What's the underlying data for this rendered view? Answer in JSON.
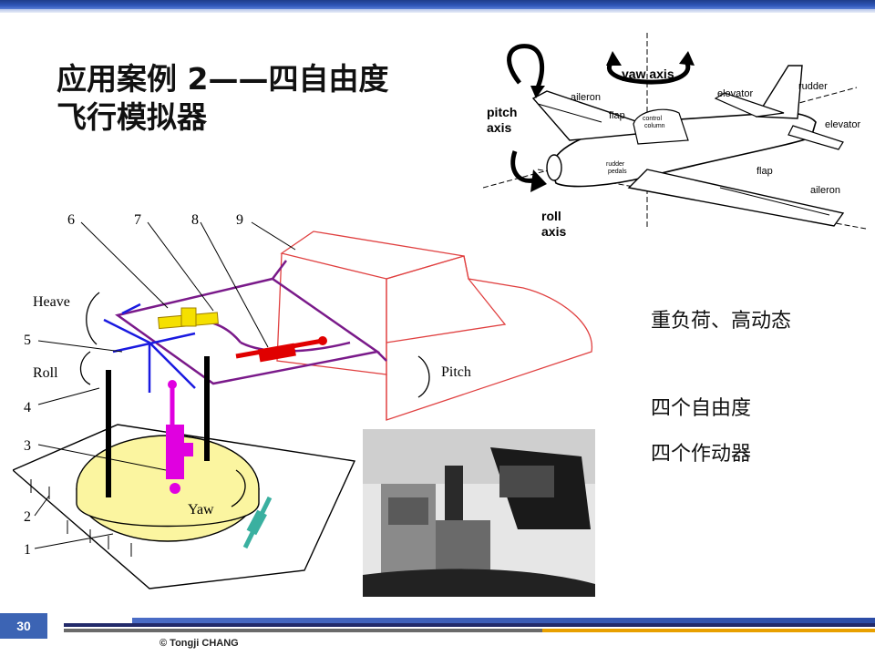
{
  "slide": {
    "title_line1": "应用案例 2——四自由度",
    "title_line2": "飞行模拟器",
    "bullets": [
      "重负荷、高动态",
      "四个自由度",
      "四个作动器"
    ],
    "page_number": "30",
    "copyright": "© Tongji  CHANG"
  },
  "simulator_diagram": {
    "labels": {
      "n1": "1",
      "n2": "2",
      "n3": "3",
      "n4": "4",
      "n5": "5",
      "n6": "6",
      "n7": "7",
      "n8": "8",
      "n9": "9",
      "heave": "Heave",
      "roll": "Roll",
      "pitch": "Pitch",
      "yaw": "Yaw"
    },
    "colors": {
      "yellow_actuator": "#f5e000",
      "red_actuator": "#e00000",
      "magenta_actuator": "#e000e0",
      "purple_frame": "#7a1a8a",
      "blue_gimbal": "#1a1ae0",
      "cabin": "#e04040",
      "platform": "#fbf5a0"
    }
  },
  "aircraft_diagram": {
    "labels": {
      "yaw_axis": "yaw axis",
      "pitch_axis_1": "pitch",
      "pitch_axis_2": "axis",
      "roll_axis_1": "roll",
      "roll_axis_2": "axis",
      "aileron_left": "aileron",
      "aileron_right": "aileron",
      "elevator_top": "elevator",
      "elevator_right": "elevator",
      "rudder": "rudder",
      "flap_top": "flap",
      "flap_right": "flap",
      "control_column_1": "control",
      "control_column_2": "column",
      "rudder_pedals_1": "rudder",
      "rudder_pedals_2": "pedals"
    }
  }
}
